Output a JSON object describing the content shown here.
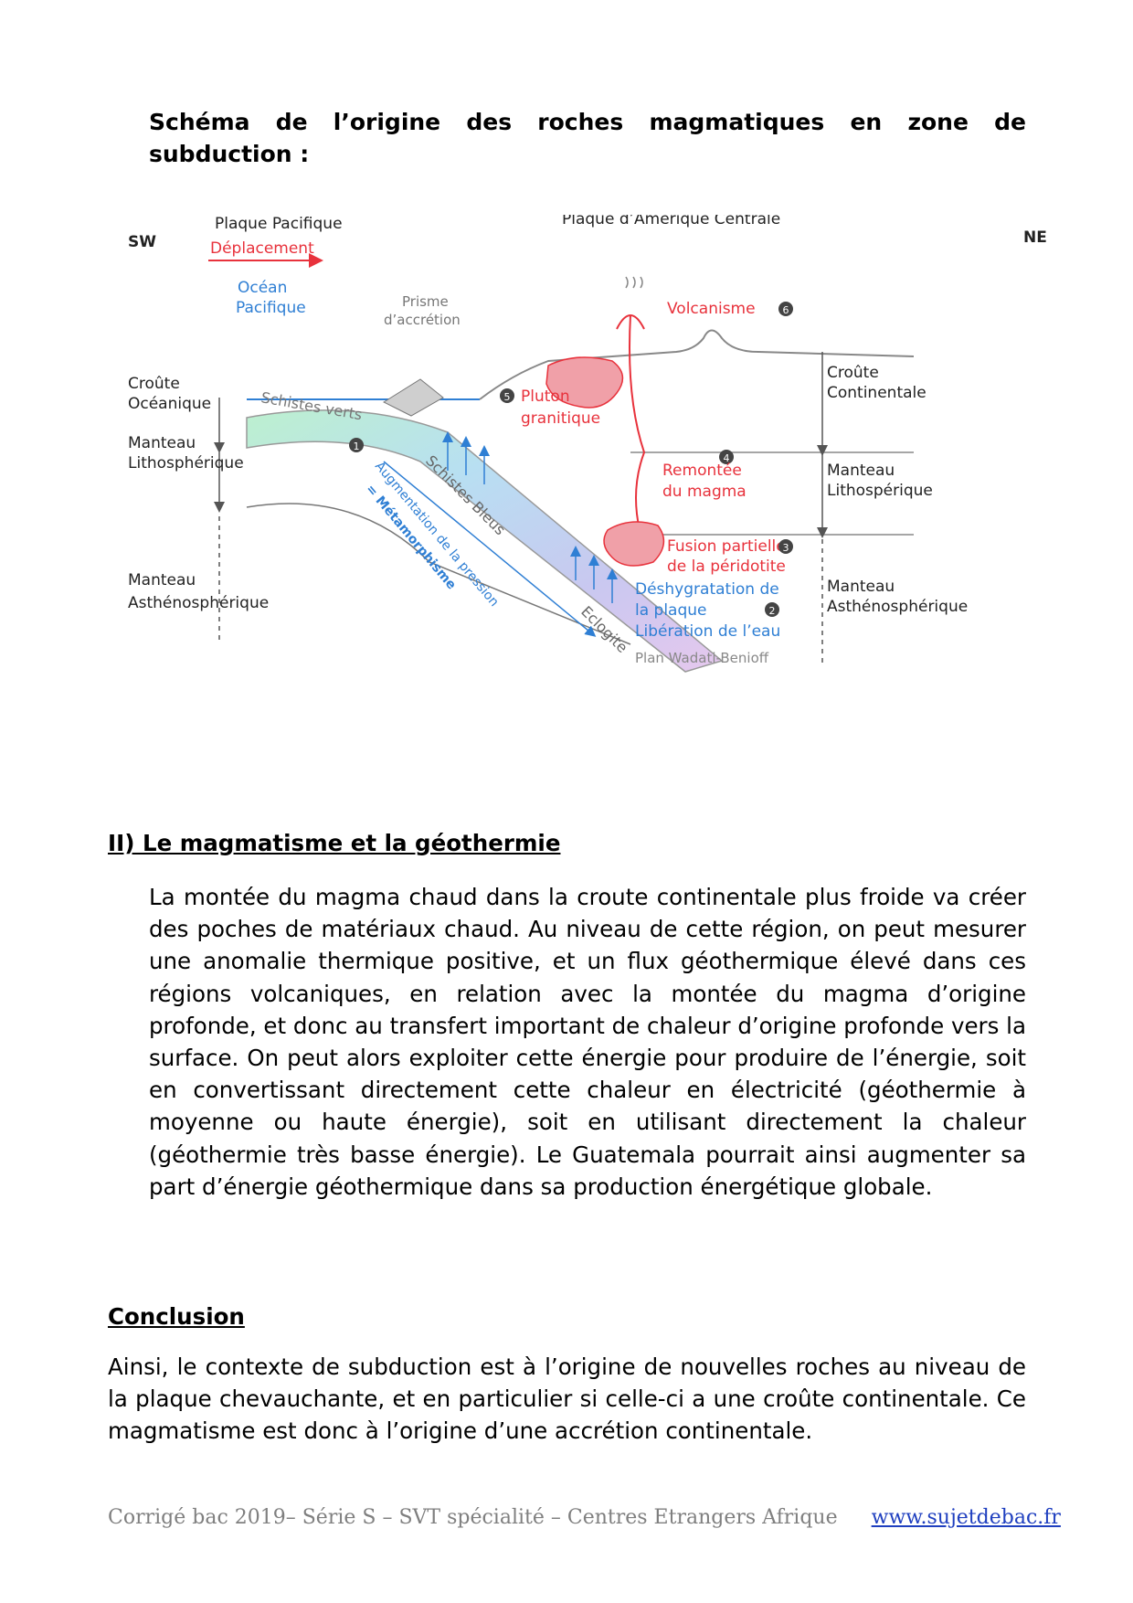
{
  "schema_title": "Schéma de l’origine des roches magmatiques en zone de subduction :",
  "figure": {
    "sw": "SW",
    "ne": "NE",
    "plaque_pacifique": "Plaque Pacifique",
    "deplacement": "Déplacement",
    "ocean_1": "Océan",
    "ocean_2": "Pacifique",
    "prisme_1": "Prisme",
    "prisme_2": "d’accrétion",
    "plaque_amerique": "Plaque d’Amerique  Centrale",
    "volcanisme": "Volcanisme",
    "croute_oce_1": "Croûte",
    "croute_oce_2": "Océanique",
    "manteau_litho_1": "Manteau",
    "manteau_litho_2": "Lithosphérique",
    "manteau_astheno_1": "Manteau",
    "manteau_astheno_2": "Asthénosphérique",
    "croute_cont_1": "Croûte",
    "croute_cont_2": "Continentale",
    "manteau_litho_r1": "Manteau",
    "manteau_litho_r2": "Lithospérique",
    "manteau_astheno_r1": "Manteau",
    "manteau_astheno_r2": "Asthénosphérique",
    "schistes_verts": "Schistes verts",
    "schistes_bleus": "Schistes Bleus",
    "eclogite": "Eclogite",
    "augmentation": "Augmentation de la pression",
    "metamorphisme": "= Métamorphisme",
    "pluton_1": "Pluton",
    "pluton_2": "granitique",
    "remontee_1": "Remontée",
    "remontee_2": "du magma",
    "fusion_1": "Fusion partielle",
    "fusion_2": "de la péridotite",
    "deshy_1": "Déshygratation de",
    "deshy_2": "la plaque",
    "deshy_3": "Libération de l’eau",
    "plan": "Plan Wadati-Benioff",
    "n1": "1",
    "n2": "2",
    "n3": "3",
    "n4": "4",
    "n5": "5",
    "n6": "6",
    "colors": {
      "red": "#e8323c",
      "blue": "#2f7fd4",
      "magma": "#f0a0a8"
    }
  },
  "section2": {
    "heading": "II) Le magmatisme et la géothermie",
    "body": "La montée du magma chaud dans la croute continentale plus froide va créer des poches de matériaux chaud. Au niveau de cette région, on peut mesurer une anomalie thermique positive, et un flux géothermique élevé dans ces régions volcaniques, en relation avec la montée du magma d’origine profonde, et donc au transfert important de chaleur d’origine profonde vers la surface. On peut alors exploiter cette énergie pour produire de l’énergie, soit en convertissant directement cette chaleur en électricité (géothermie à moyenne ou haute énergie), soit en utilisant directement la chaleur (géothermie très basse énergie). Le Guatemala pourrait ainsi augmenter sa part d’énergie géothermique dans sa production énergétique globale."
  },
  "conclusion": {
    "heading": "Conclusion",
    "body": "Ainsi, le contexte de subduction est à l’origine de nouvelles roches au niveau de la plaque chevauchante, et en particulier si celle-ci a une croûte continentale. Ce magmatisme est donc à l’origine d’une accrétion continentale."
  },
  "footer": {
    "text": "Corrigé bac 2019– Série S – SVT spécialité – Centres Etrangers Afrique",
    "link": "www.sujetdebac.fr"
  }
}
